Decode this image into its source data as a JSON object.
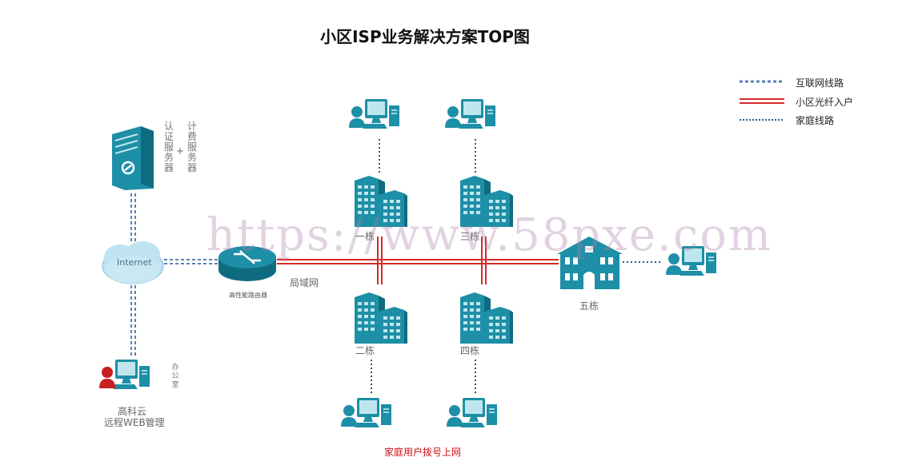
{
  "title": "小区ISP业务解决方案TOP图",
  "legend": [
    {
      "label": "互联网线路",
      "style": "dashed-blue"
    },
    {
      "label": "小区光纤入户",
      "style": "double-red"
    },
    {
      "label": "家庭线路",
      "style": "dotted-blue"
    }
  ],
  "labels": {
    "auth_server": "认证服务器",
    "plus": "+",
    "billing_server": "计费服务器",
    "internet": "Internet",
    "router": "高性能路由器",
    "lan": "局域网",
    "office": "办公室",
    "remote_mgmt_1": "高科云",
    "remote_mgmt_2": "远程WEB管理",
    "building_1": "一栋",
    "building_2": "二栋",
    "building_3": "三栋",
    "building_4": "四栋",
    "building_5": "五栋",
    "dialup": "家庭用户拨号上网"
  },
  "watermark": "https://www.58pxe.com",
  "colors": {
    "icon_teal": "#1d8fa6",
    "icon_dark": "#0f6c80",
    "internet_line": "#5a7fb5",
    "fiber_line": "#d42a2a",
    "home_line": "#2a5f86",
    "office_user": "#c81e1e"
  }
}
